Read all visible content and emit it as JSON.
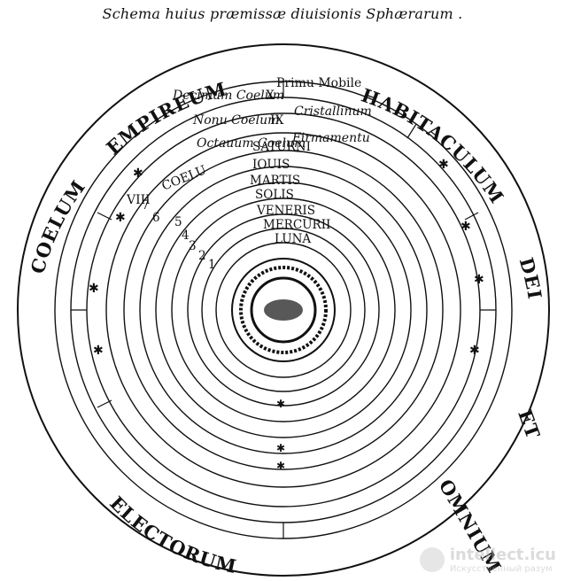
{
  "title": "Schema huius præmissæ diuisionis Sphærarum .",
  "outer_labels": [
    "COELUM",
    "EMPIREUM",
    "HABITACULUM",
    "DEI",
    "ET",
    "OMNIUM",
    "ELECTORUM"
  ],
  "spheres": {
    "primum_mobile": "Primu Mobile",
    "decimum": "Decimum Coelum",
    "nonum": "Nonu Coelum",
    "cristallinum": "Cristallinum",
    "octauum": "Octauum Coelum",
    "firmamentum": "Firmamentu"
  },
  "sphere_numbers": {
    "n10": "X",
    "n9": "IX",
    "n8": "VIII"
  },
  "planets": [
    "SATURNI",
    "IOUIS",
    "MARTIS",
    "SOLIS",
    "VENERIS",
    "MERCURII",
    "LUNA"
  ],
  "coelum_prefix": "COELU",
  "planet_numbers": [
    "7",
    "6",
    "5",
    "4",
    "3",
    "2",
    "1"
  ],
  "watermark": {
    "main": "intellect.icu",
    "sub": "Искусственный разум"
  }
}
